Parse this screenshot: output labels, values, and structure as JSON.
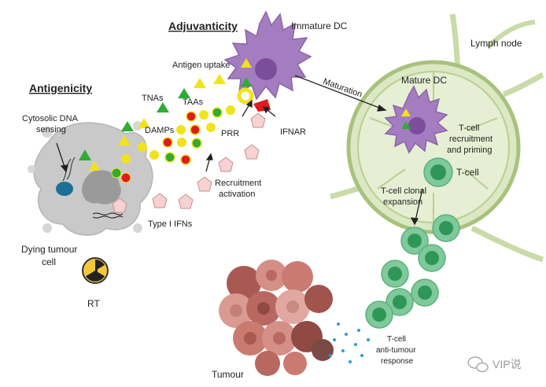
{
  "headings": {
    "antigenicity": "Antigenicity",
    "adjuvanticity": "Adjuvanticity"
  },
  "labels": {
    "immature_dc": "Immature DC",
    "lymph_node": "Lymph node",
    "antigen_uptake": "Antigen uptake",
    "tnas": "TNAs",
    "taas": "TAAs",
    "damps": "DAMPs",
    "prr": "PRR",
    "ifnar": "IFNAR",
    "maturation": "Maturation",
    "mature_dc": "Mature DC",
    "tcell_recruitment_l1": "T-cell",
    "tcell_recruitment_l2": "recruitment",
    "tcell_recruitment_l3": "and priming",
    "tcell": "T-cell",
    "clonal_l1": "T-cell clonal",
    "clonal_l2": "expansion",
    "cytosolic_l1": "Cytosolic DNA",
    "cytosolic_l2": "sensing",
    "recruitment_l1": "Recruitment",
    "recruitment_l2": "activation",
    "type1_ifns": "Type I IFNs",
    "dying_l1": "Dying tumour",
    "dying_l2": "cell",
    "rt": "RT",
    "tumour": "Tumour",
    "antitumour_l1": "T-cell",
    "antitumour_l2": "anti-tumour",
    "antitumour_l3": "response",
    "watermark": "VIP说"
  },
  "colors": {
    "dc_purple": "#a47cc0",
    "dc_nucleus": "#7b4d9b",
    "lymph_green": "#d8e5bf",
    "lymph_stroke": "#9fbb76",
    "tcell_green": "#7fc99a",
    "tcell_nucleus": "#2f9658",
    "dying_grey": "#c9c9c9",
    "dot_red": "#e01b1b",
    "dot_green": "#2eac34",
    "dot_yellow": "#f2e21b",
    "tri_green": "#2eac34",
    "tri_yellow": "#f2e21b",
    "ifn_pink": "#f6d2d2",
    "tumour_brown": "#c97b72",
    "blue_dot": "#2a9fcb"
  }
}
